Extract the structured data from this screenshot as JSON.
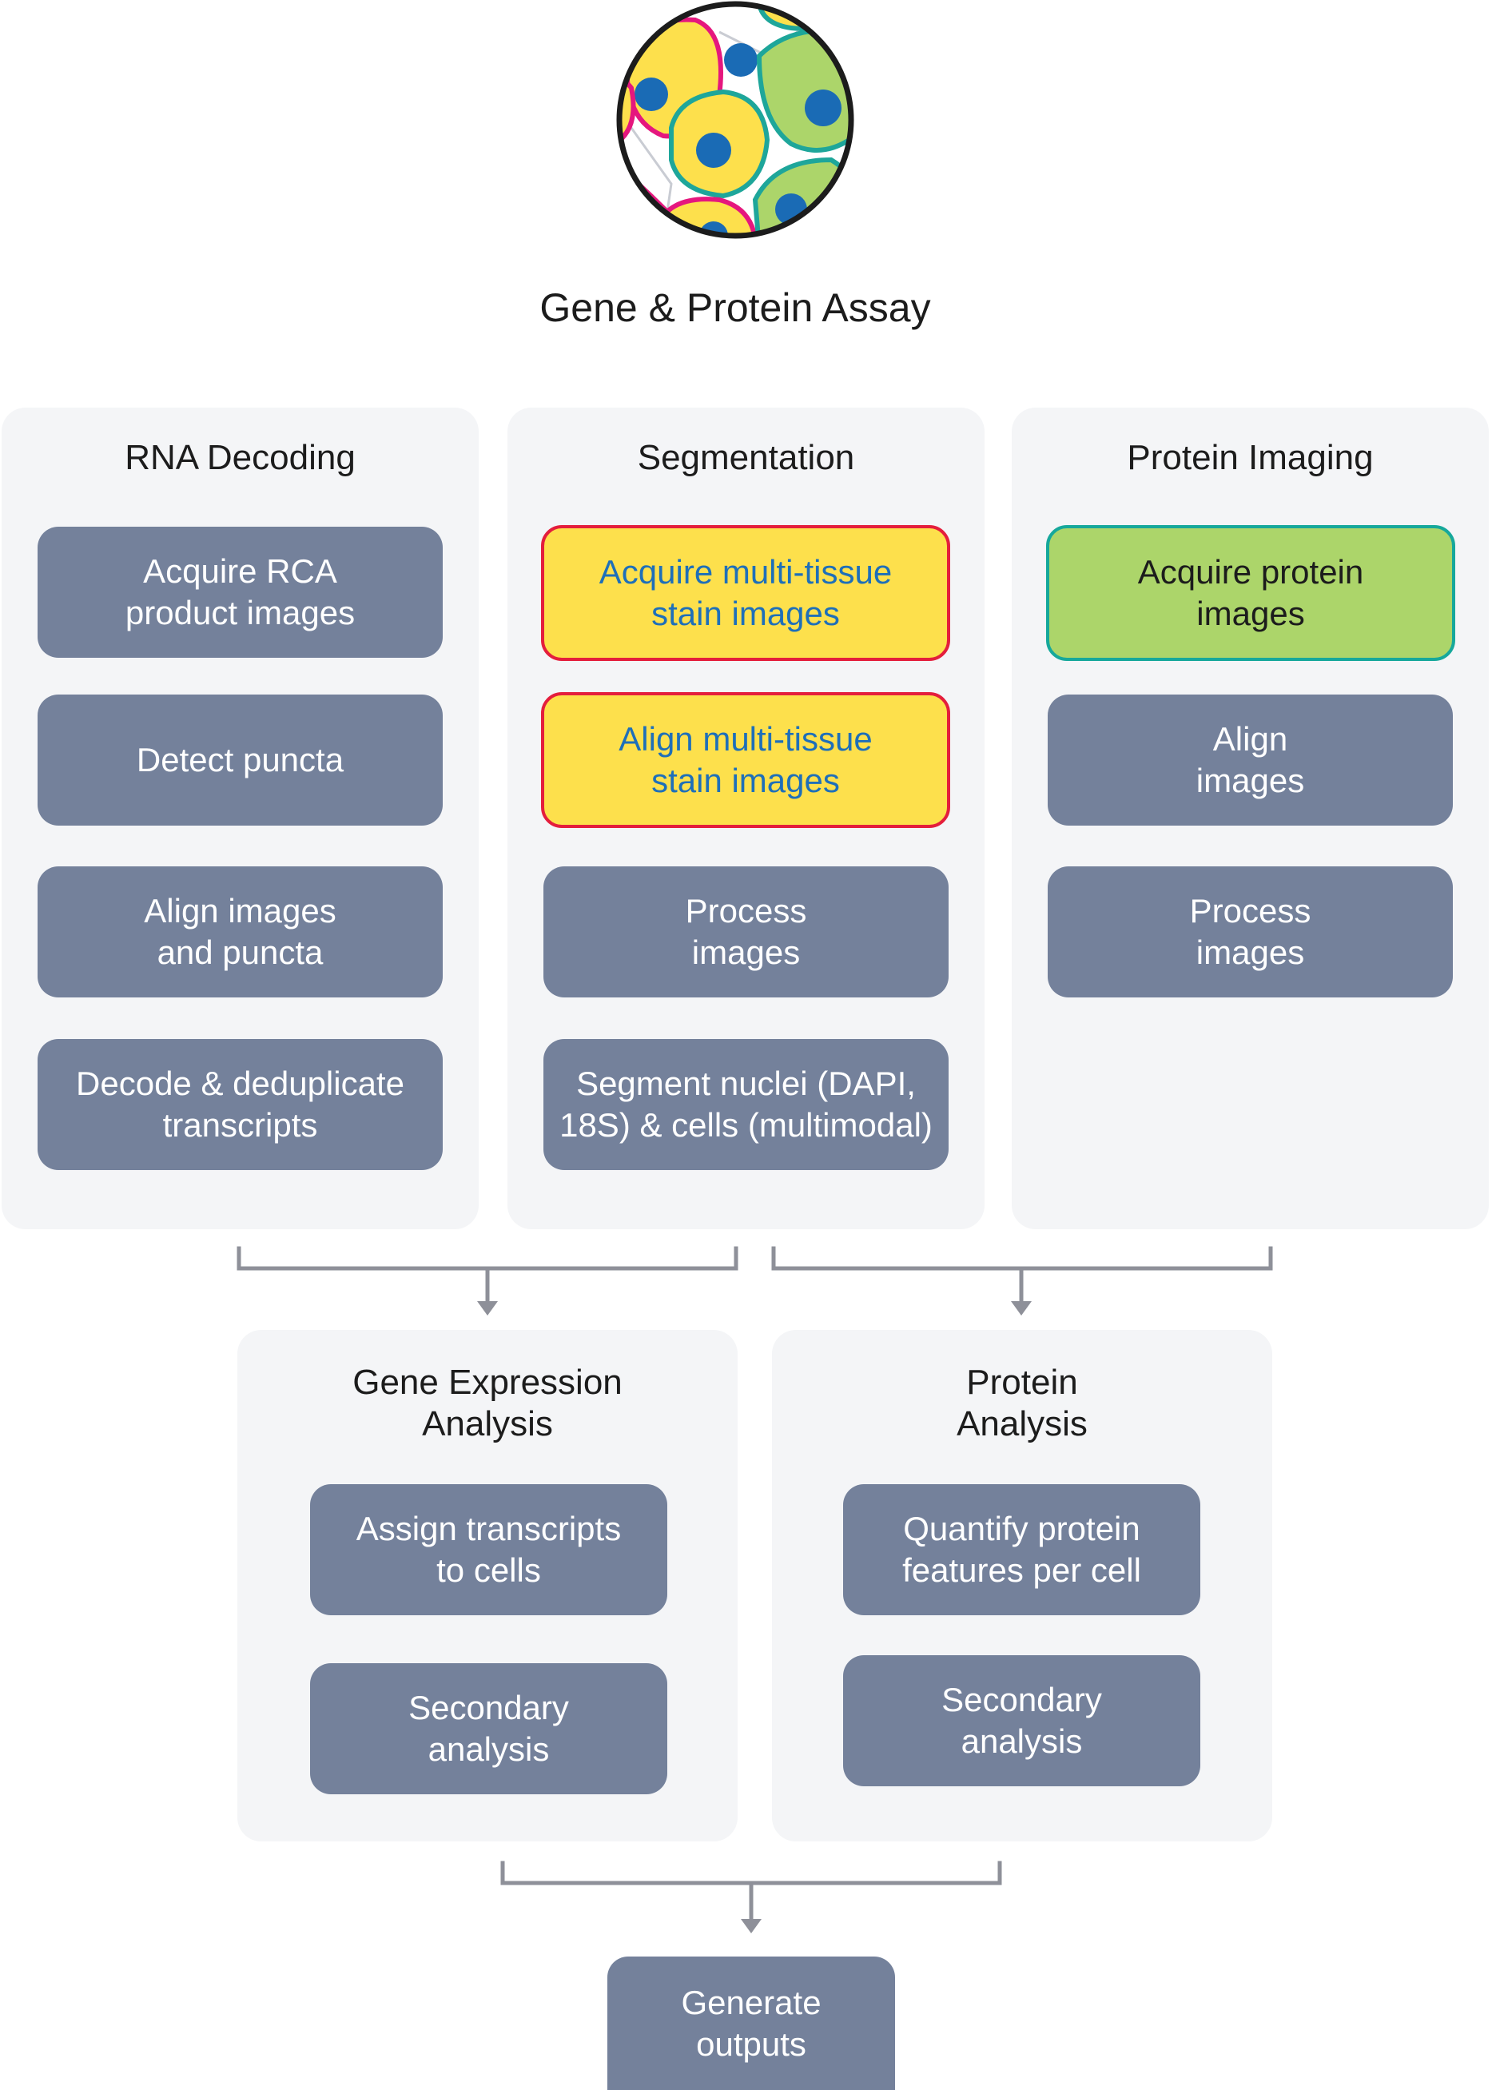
{
  "title": "Gene & Protein Assay",
  "colors": {
    "panel_bg": "#f4f5f7",
    "step_grey": "#74819b",
    "highlight_yellow": "#fde04c",
    "highlight_yellow_border": "#e41e3c",
    "highlight_yellow_text": "#1e6fb9",
    "highlight_green": "#acd56a",
    "highlight_green_border": "#16a89b",
    "connector": "#8e9099",
    "cell_yellow": "#fde04c",
    "cell_green": "#acd56a",
    "nucleus_blue": "#1a6bb5",
    "membrane_magenta": "#e5177e",
    "membrane_teal": "#1ea69a"
  },
  "icon": "tissue-cells-icon",
  "columns": {
    "rna_decoding": {
      "title": "RNA Decoding",
      "steps": [
        "Acquire RCA\nproduct images",
        "Detect puncta",
        "Align images\nand puncta",
        "Decode & deduplicate\ntranscripts"
      ]
    },
    "segmentation": {
      "title": "Segmentation",
      "steps": [
        "Acquire multi-tissue\nstain images",
        "Align multi-tissue\nstain images",
        "Process\nimages",
        "Segment nuclei (DAPI,\n18S) & cells (multimodal)"
      ]
    },
    "protein_imaging": {
      "title": "Protein Imaging",
      "steps": [
        "Acquire protein\nimages",
        "Align\nimages",
        "Process\nimages"
      ]
    }
  },
  "analysis": {
    "gene_expression": {
      "title": "Gene Expression\nAnalysis",
      "steps": [
        "Assign transcripts\nto cells",
        "Secondary\nanalysis"
      ]
    },
    "protein": {
      "title": "Protein\nAnalysis",
      "steps": [
        "Quantify protein\nfeatures per cell",
        "Secondary\nanalysis"
      ]
    }
  },
  "output": {
    "label": "Generate\noutputs"
  }
}
